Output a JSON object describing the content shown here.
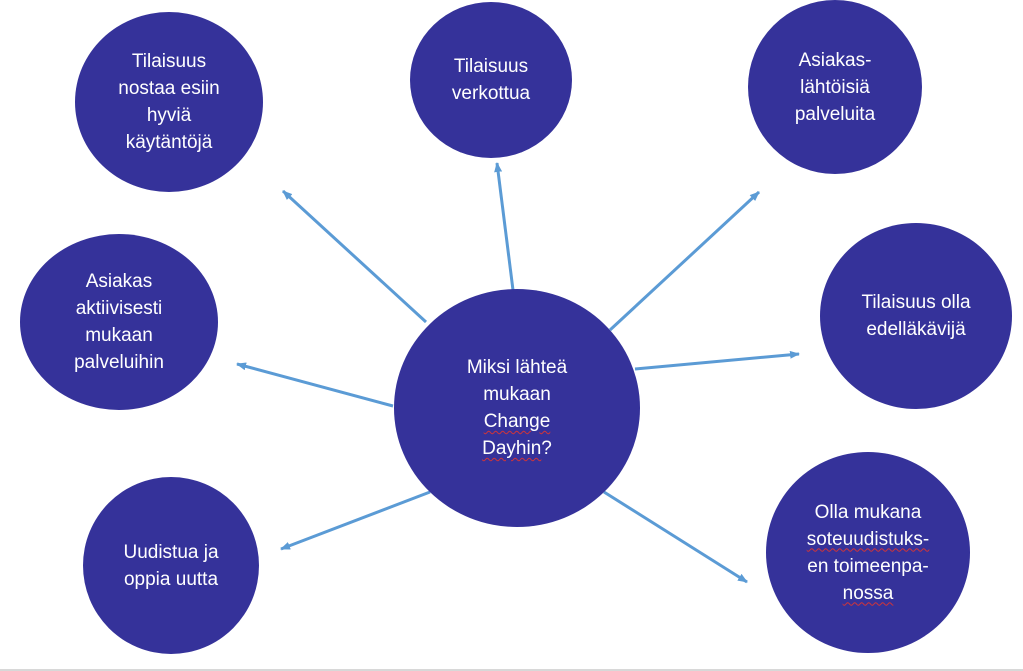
{
  "diagram": {
    "colors": {
      "circle_fill": "#35329a",
      "arrow": "#5b9bd5",
      "text": "#ffffff",
      "spellcheck_underline": "#d13438"
    },
    "center": {
      "lines": [
        "Miksi lähteä",
        "mukaan",
        "Change",
        "Dayhin?"
      ],
      "spellcheck_underlined": [
        "Change",
        "Dayhin"
      ]
    },
    "nodes": [
      {
        "id": "hyvat-kaytannot",
        "lines": [
          "Tilaisuus",
          "nostaa esiin",
          "hyviä",
          "käytäntöjä"
        ]
      },
      {
        "id": "verkottua",
        "lines": [
          "Tilaisuus",
          "verkottua"
        ]
      },
      {
        "id": "asiakaslahtoisia",
        "lines": [
          "Asiakas-",
          "lähtöisiä",
          "palveluita"
        ]
      },
      {
        "id": "asiakas-aktiivisesti",
        "lines": [
          "Asiakas",
          "aktiivisesti",
          "mukaan",
          "palveluihin"
        ]
      },
      {
        "id": "edellakavija",
        "lines": [
          "Tilaisuus olla",
          "edelläkävijä"
        ]
      },
      {
        "id": "uudistua",
        "lines": [
          "Uudistua ja",
          "oppia uutta"
        ]
      },
      {
        "id": "soteuudistus",
        "lines": [
          "Olla mukana",
          "soteuudistuks-",
          "en toimeenpa-",
          "nossa"
        ],
        "spellcheck_underlined": [
          "soteuudistuks-",
          "nossa"
        ]
      }
    ]
  }
}
